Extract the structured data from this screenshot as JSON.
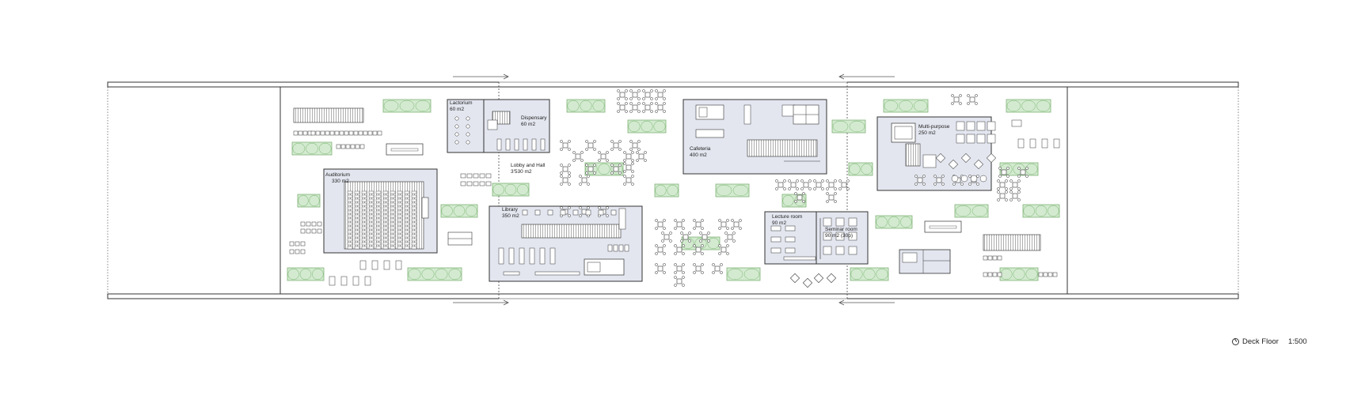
{
  "rooms": [
    {
      "id": "lactorium",
      "name": "Lactorium",
      "area": "60 m2"
    },
    {
      "id": "dispensary",
      "name": "Dispensary",
      "area": "60 m2"
    },
    {
      "id": "lobby",
      "name": "Lobby and Hall",
      "area": "3'530 m2"
    },
    {
      "id": "auditorium",
      "name": "Auditorium",
      "area": "330 m2"
    },
    {
      "id": "library",
      "name": "Library",
      "area": "350 m2"
    },
    {
      "id": "cafeteria",
      "name": "Cafeteria",
      "area": "400 m2"
    },
    {
      "id": "lecture",
      "name": "Lecture room",
      "area": "90 m2"
    },
    {
      "id": "seminar",
      "name": "Seminar room",
      "area": "90 m2 (30p)"
    },
    {
      "id": "multipurpose",
      "name": "Multi-purpose",
      "area": "250 m2"
    }
  ],
  "caption": {
    "title": "Deck Floor",
    "scale": "1:500"
  },
  "colors": {
    "room_fill": "#e3e6ef",
    "planter_fill": "#d3ead0",
    "planter_stroke": "#7fb276",
    "line": "#333333"
  }
}
